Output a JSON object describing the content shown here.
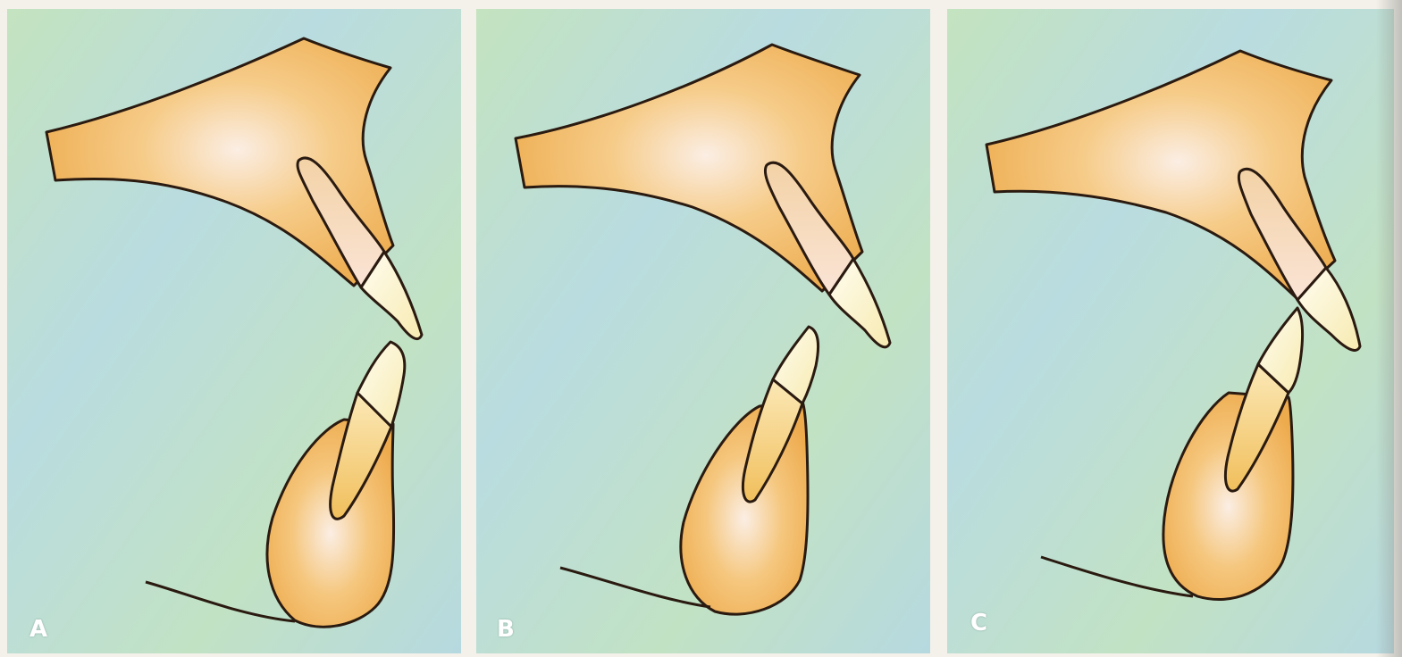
{
  "colors": {
    "background_blue": "#b9dce0",
    "background_green": "#c4e3bf",
    "bone_orange": "#f0b85a",
    "bone_highlight": "#fbeee4",
    "crown_cream": "#fdf7da",
    "outline": "#2a1a10"
  },
  "panels": [
    {
      "label": "A"
    },
    {
      "label": "B"
    },
    {
      "label": "C"
    }
  ]
}
